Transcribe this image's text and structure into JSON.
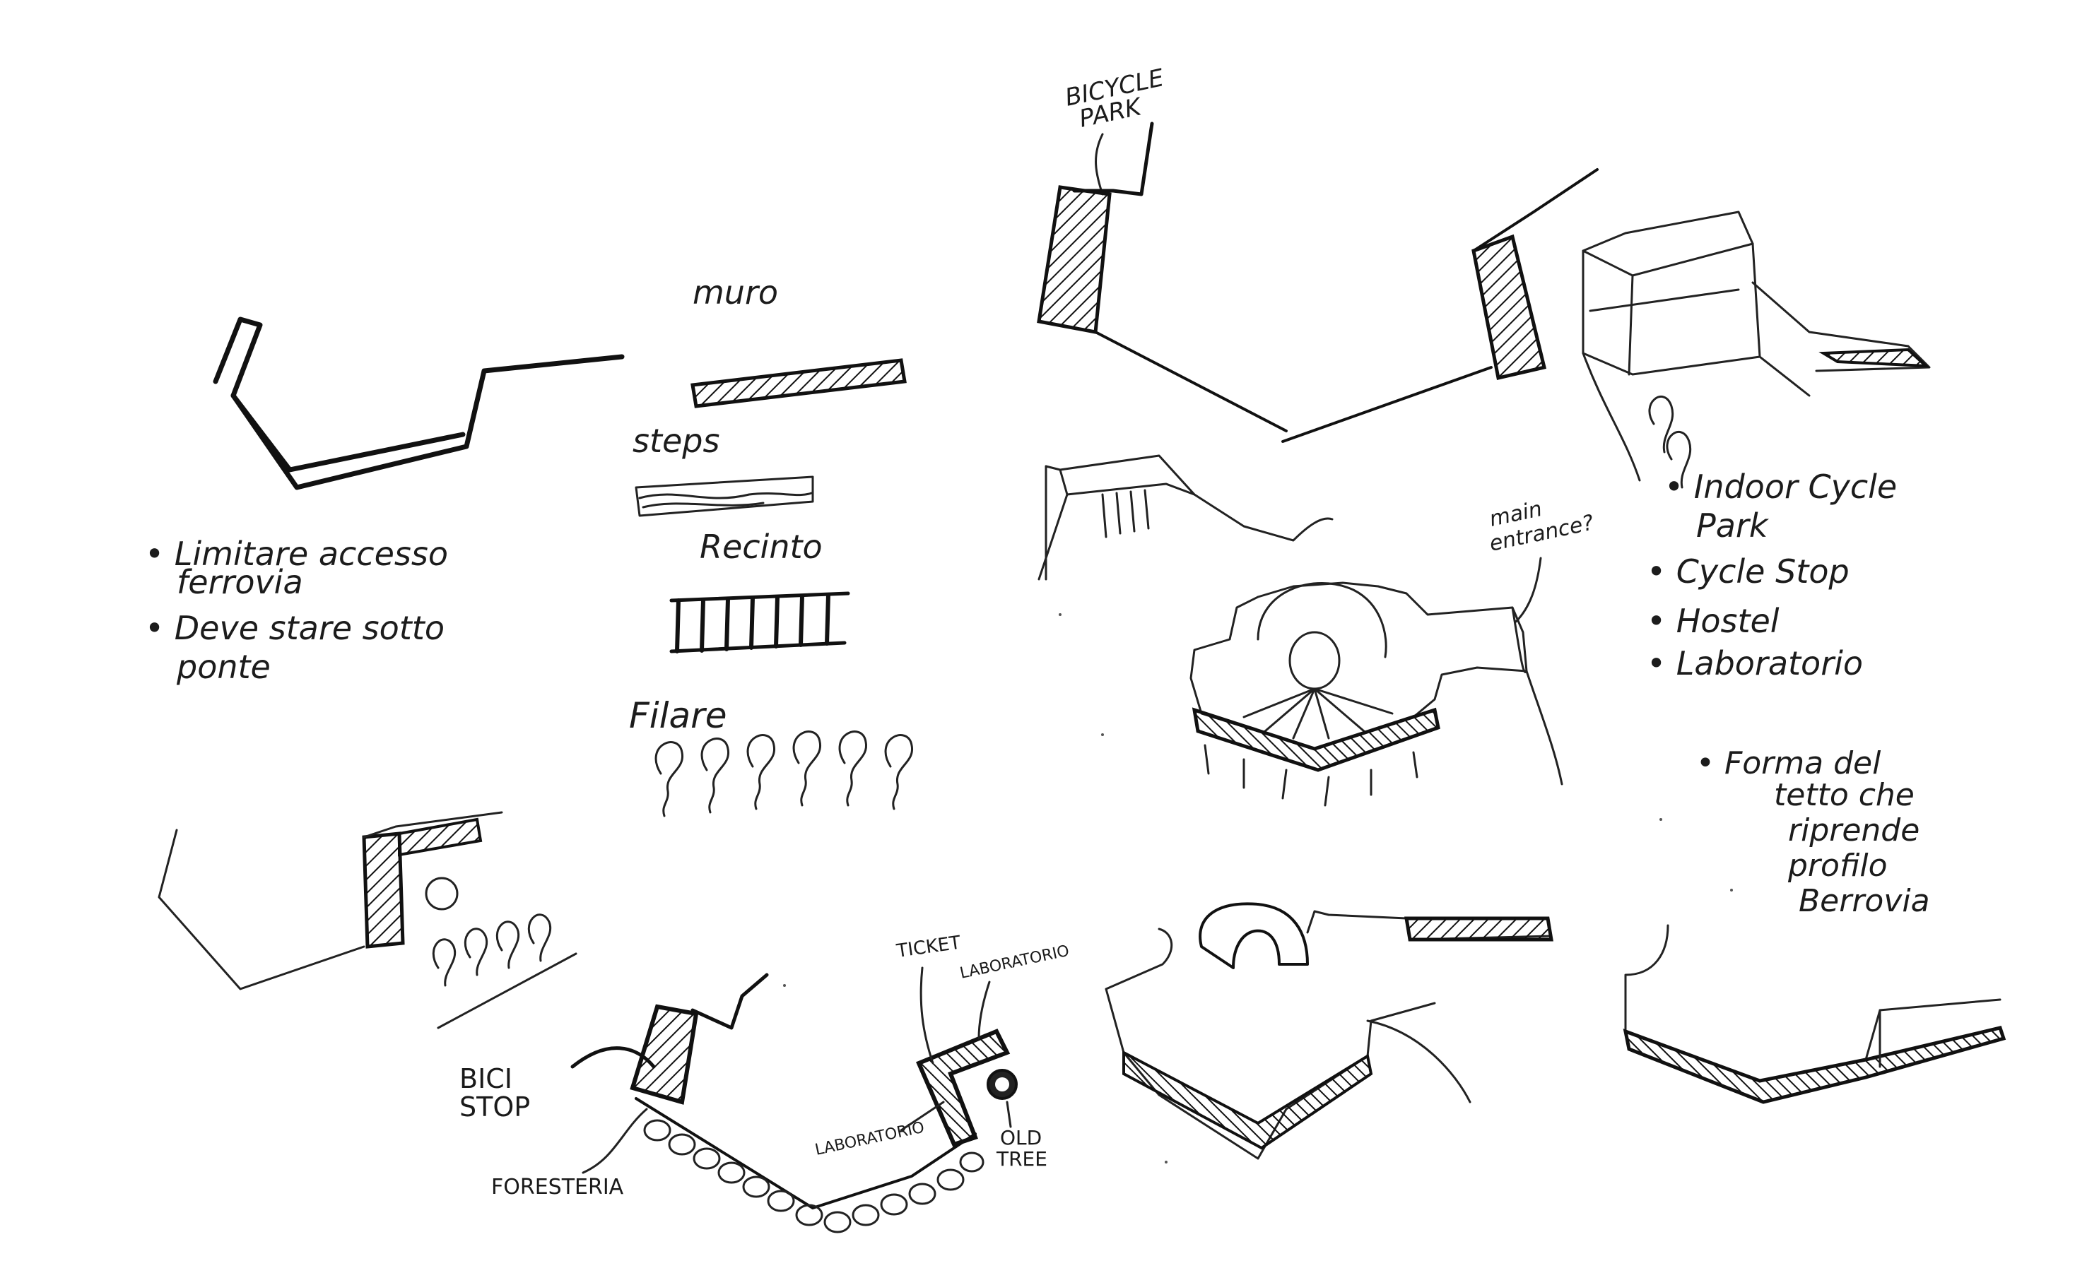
{
  "labels": {
    "legend_muro": "muro",
    "legend_steps": "steps",
    "legend_recinto": "Recinto",
    "legend_filare": "Filare",
    "note_line1": "• Limitare accesso",
    "note_line2": "ferrovia",
    "note_line3": "• Deve stare sotto",
    "note_line4": "ponte",
    "bicycle_park_1": "BICYCLE",
    "bicycle_park_2": "PARK",
    "main_entrance_1": "main",
    "main_entrance_2": "entrance?",
    "list_1": "• Indoor Cycle",
    "list_1b": "Park",
    "list_2": "• Cycle Stop",
    "list_3": "• Hostel",
    "list_4": "• Laboratorio",
    "roof_1": "• Forma del",
    "roof_2": "tetto che",
    "roof_3": "riprende",
    "roof_4": "profilo",
    "roof_5": "Berrovia",
    "bici_1": "BICI",
    "bici_2": "STOP",
    "foresteria": "FORESTERIA",
    "ticket": "TICKET",
    "laboratorio_a": "LABORATORIO",
    "laboratorio_b": "LABORATORIO",
    "old_tree_1": "OLD",
    "old_tree_2": "TREE"
  },
  "colors": {
    "ink": "#111111",
    "paper": "#ffffff"
  }
}
